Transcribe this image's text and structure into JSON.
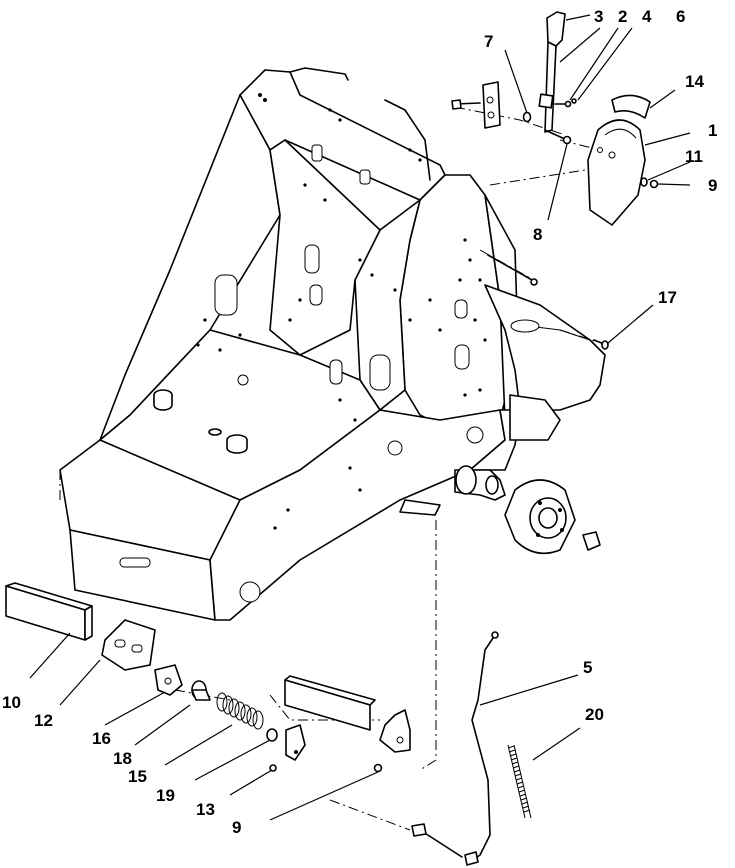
{
  "callouts": [
    {
      "label": "3"
    },
    {
      "label": "2"
    },
    {
      "label": "4"
    },
    {
      "label": "6"
    },
    {
      "label": "7"
    },
    {
      "label": "14"
    },
    {
      "label": "1"
    },
    {
      "label": "11"
    },
    {
      "label": "9"
    },
    {
      "label": "8"
    },
    {
      "label": "17"
    },
    {
      "label": "5"
    },
    {
      "label": "20"
    },
    {
      "label": "10"
    },
    {
      "label": "12"
    },
    {
      "label": "16"
    },
    {
      "label": "18"
    },
    {
      "label": "15"
    },
    {
      "label": "19"
    },
    {
      "label": "13"
    },
    {
      "label": "9"
    }
  ]
}
